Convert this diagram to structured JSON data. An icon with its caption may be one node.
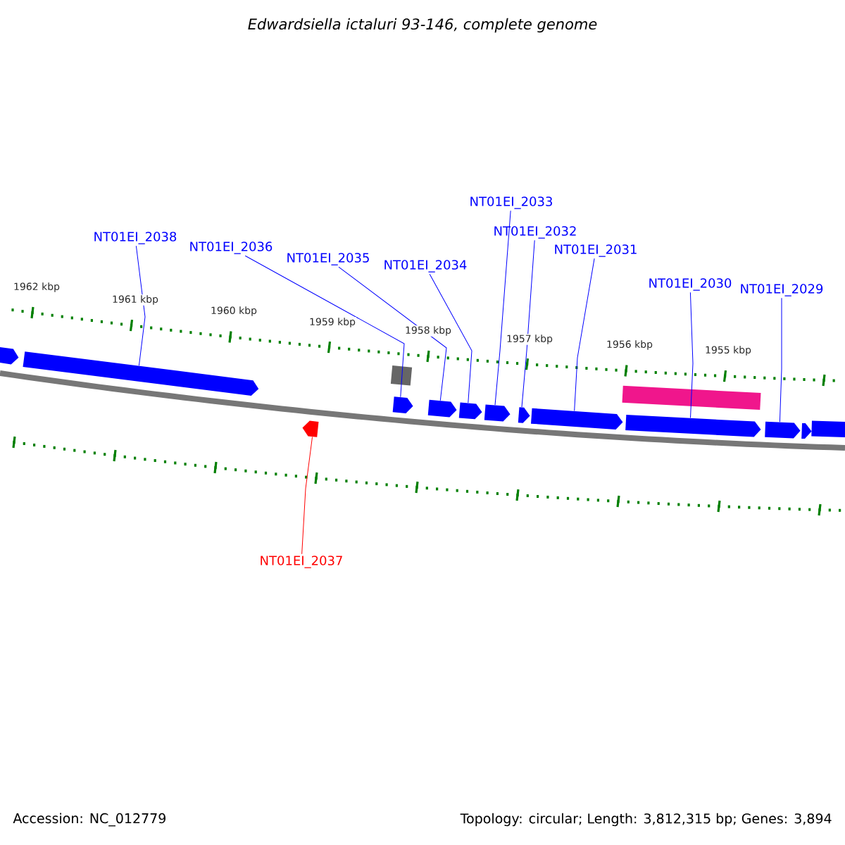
{
  "diagram": {
    "title": "Edwardsiella ictaluri 93-146, complete genome",
    "nodes": [
      {
        "text": [
          "NT01EI_2033"
        ]
      },
      {
        "text": [
          "NT01EI_2038"
        ]
      },
      {
        "text": [
          "NT01EI_2032"
        ]
      },
      {
        "text": [
          "NT01EI_2036"
        ]
      },
      {
        "text": [
          "NT01EI_2031"
        ]
      },
      {
        "text": [
          "NT01EI_2035"
        ]
      },
      {
        "text": [
          "NT01EI_2034"
        ]
      },
      {
        "text": [
          "NT01EI_2030"
        ]
      },
      {
        "text": [
          "NT01EI_2029"
        ]
      },
      {
        "text": [
          "NT01EI_2037"
        ]
      },
      {
        "text": [],
        "shape": "arrow"
      },
      {
        "text": [],
        "shape": "arrow"
      },
      {
        "text": [],
        "shape": "arrow"
      },
      {
        "text": [],
        "shape": "box"
      },
      {
        "text": [],
        "shape": "arrow"
      },
      {
        "text": [],
        "shape": "arrow"
      },
      {
        "text": [],
        "shape": "arrow"
      },
      {
        "text": [],
        "shape": "arrow"
      },
      {
        "text": [],
        "shape": "arrow"
      },
      {
        "text": [],
        "shape": "arrow"
      },
      {
        "text": [],
        "shape": "bar"
      },
      {
        "text": [],
        "shape": "arrow"
      },
      {
        "text": [],
        "shape": "arrow"
      },
      {
        "text": [],
        "shape": "arrow"
      },
      {
        "text": [],
        "shape": "arrow"
      }
    ],
    "edges": [
      {
        "from": 1,
        "to": 11,
        "arrow": "none"
      },
      {
        "from": 3,
        "to": 14,
        "arrow": "none"
      },
      {
        "from": 5,
        "to": 15,
        "arrow": "none"
      },
      {
        "from": 6,
        "to": 16,
        "arrow": "none"
      },
      {
        "from": 0,
        "to": 17,
        "arrow": "none"
      },
      {
        "from": 2,
        "to": 18,
        "arrow": "none"
      },
      {
        "from": 4,
        "to": 19,
        "arrow": "none"
      },
      {
        "from": 7,
        "to": 21,
        "arrow": "none"
      },
      {
        "from": 8,
        "to": 22,
        "arrow": "none"
      },
      {
        "from": 9,
        "to": 12,
        "arrow": "none",
        "color": "#ff0000"
      }
    ],
    "labels": [
      "1962 kbp",
      "1961 kbp",
      "1960 kbp",
      "1959 kbp",
      "1958 kbp",
      "1957 kbp",
      "1956 kbp",
      "1955 kbp",
      "Accession: NC_012779",
      "Topology: circular; Length: 3,812,315 bp; Genes: 3,894"
    ]
  }
}
